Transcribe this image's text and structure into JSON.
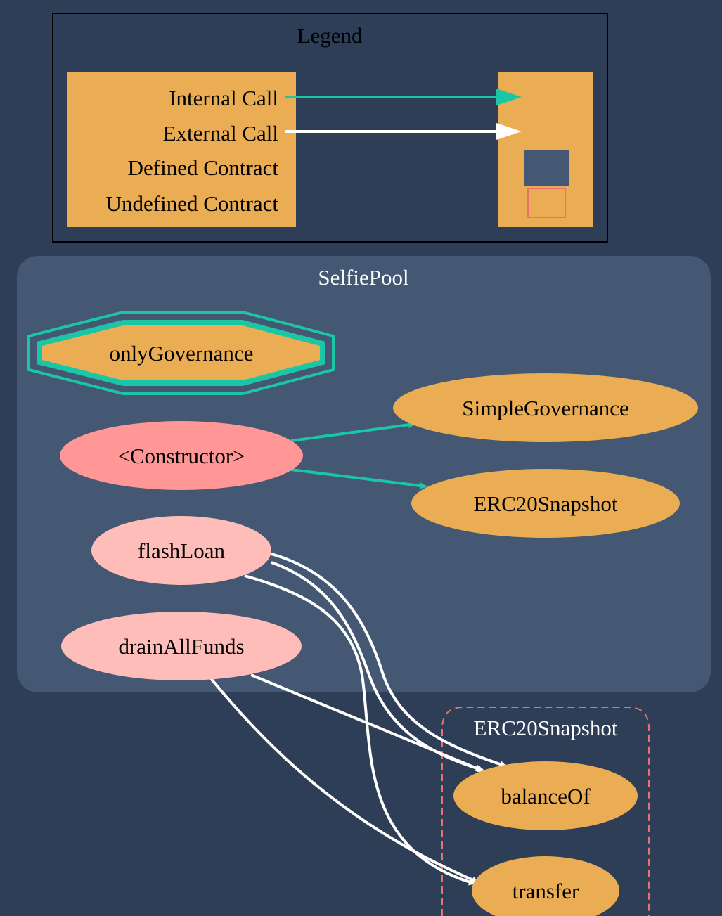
{
  "colors": {
    "background": "#2e3e56",
    "cluster_fill": "#445773",
    "node_orange": "#ebad54",
    "constructor_fill": "#ff9797",
    "function_fill": "#ffbdb9",
    "internal_call": "#1bc6a6",
    "external_call": "#ffffff",
    "undefined_border": "#e8726d",
    "defined_box": "#445773"
  },
  "legend": {
    "title": "Legend",
    "items": [
      "Internal Call",
      "External Call",
      "Defined Contract",
      "Undefined Contract"
    ]
  },
  "selfiepool": {
    "title": "SelfiePool",
    "modifier": "onlyGovernance",
    "constructor": "<Constructor>",
    "functions": [
      "flashLoan",
      "drainAllFunds"
    ],
    "targets": [
      "SimpleGovernance",
      "ERC20Snapshot"
    ]
  },
  "erc20snapshot": {
    "title": "ERC20Snapshot",
    "functions": [
      "balanceOf",
      "transfer"
    ]
  }
}
